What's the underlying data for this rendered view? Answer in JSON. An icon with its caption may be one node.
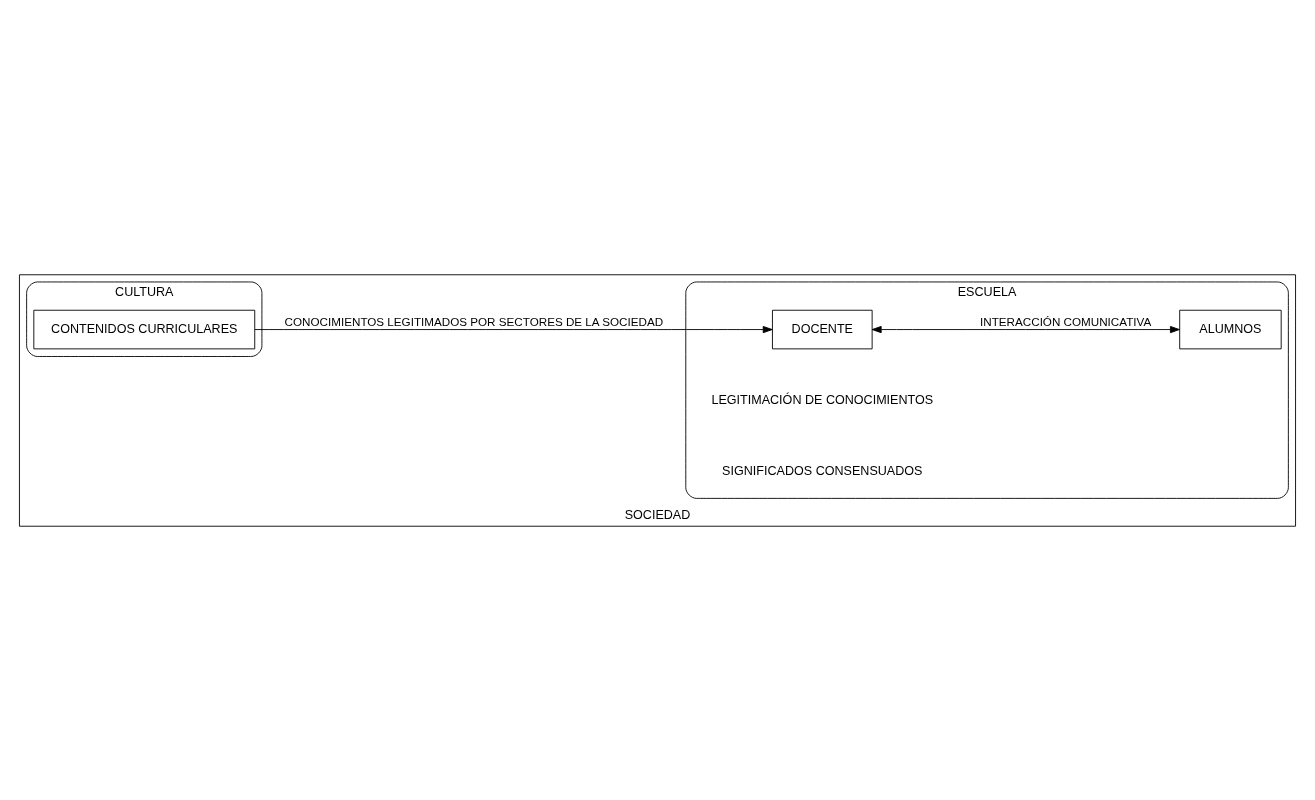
{
  "diagram": {
    "nodes": [
      {
        "text": [
          "SOCIEDAD"
        ]
      },
      {
        "text": [
          "CULTURA"
        ],
        "in": 0
      },
      {
        "text": [
          "CONTENIDOS CURRICULARES"
        ],
        "in": 1
      },
      {
        "text": [
          "ESCUELA"
        ],
        "in": 0
      },
      {
        "text": [
          "DOCENTE"
        ],
        "in": 3
      },
      {
        "text": [
          "ALUMNOS"
        ],
        "in": 3
      }
    ],
    "edges": [
      {
        "from": 2,
        "to": 4,
        "arrow": "to",
        "label": "CONOCIMIENTOS LEGITIMADOS POR SECTORES DE LA SOCIEDAD"
      },
      {
        "from": 4,
        "to": 5,
        "arrow": "both",
        "label": "INTERACCIÓN COMUNICATIVA"
      }
    ],
    "labels": [
      "LEGITIMACIÓN DE CONOCIMIENTOS",
      "SIGNIFICADOS CONSENSUADOS"
    ]
  }
}
